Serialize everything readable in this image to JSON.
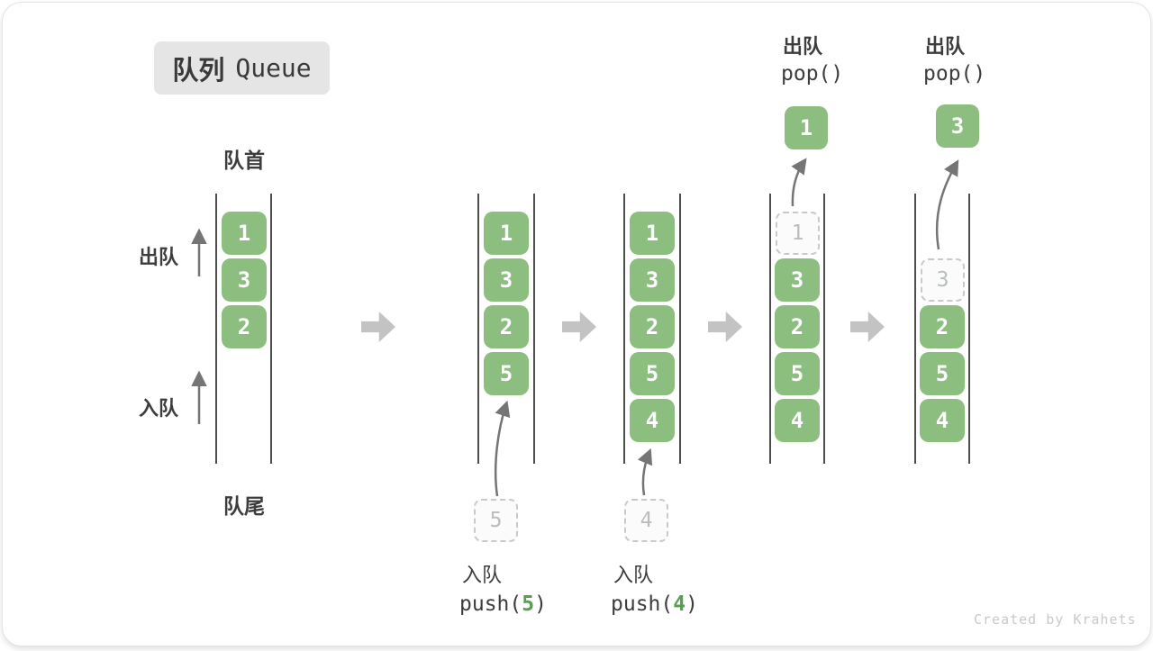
{
  "title": {
    "zh": "队列",
    "en": "Queue"
  },
  "side_labels": {
    "front": "队首",
    "rear": "队尾",
    "dequeue": "出队",
    "enqueue": "入队"
  },
  "states": [
    {
      "items": [
        "1",
        "3",
        "2"
      ]
    },
    {
      "items": [
        "1",
        "3",
        "2",
        "5"
      ]
    },
    {
      "items": [
        "1",
        "3",
        "2",
        "5",
        "4"
      ]
    },
    {
      "ghost": "1",
      "items": [
        "3",
        "2",
        "5",
        "4"
      ],
      "popped": "1"
    },
    {
      "ghost": "3",
      "items": [
        "2",
        "5",
        "4"
      ],
      "popped": "3"
    }
  ],
  "push_ops": [
    {
      "label": "入队",
      "fn_pre": "push(",
      "arg": "5",
      "fn_post": ")",
      "ghost": "5"
    },
    {
      "label": "入队",
      "fn_pre": "push(",
      "arg": "4",
      "fn_post": ")",
      "ghost": "4"
    }
  ],
  "pop_ops": [
    {
      "label": "出队",
      "fn": "pop()"
    },
    {
      "label": "出队",
      "fn": "pop()"
    }
  ],
  "watermark": "Created by Krahets",
  "colors": {
    "box_green": "#8cbe80",
    "arg_green": "#55a04e",
    "block_arrow_gray": "#c3c3c3",
    "line_dark": "#4d4d4d",
    "ghost_border": "#c6cacc",
    "badge_bg": "#e5e5e5",
    "text_dark": "#3d3d3d",
    "watermark_gray": "#c9c9c9"
  }
}
